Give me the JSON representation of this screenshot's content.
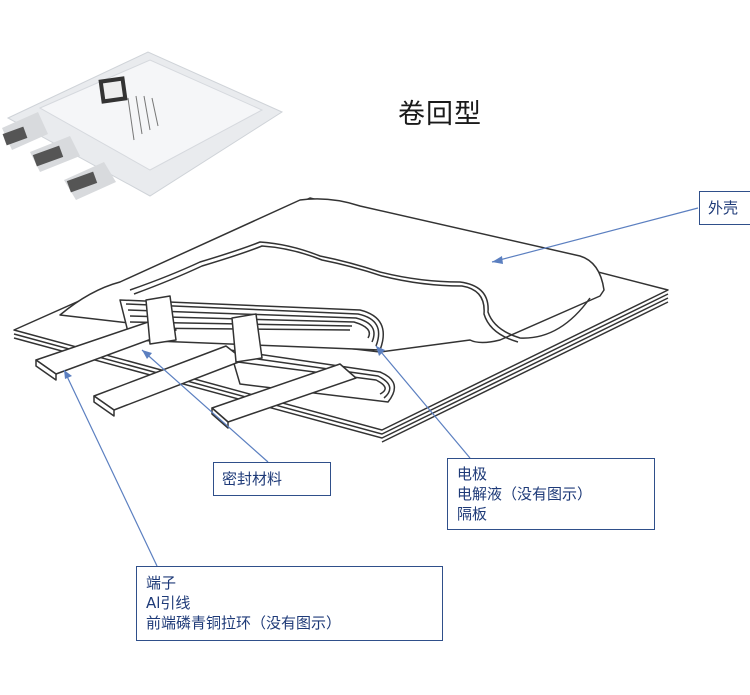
{
  "title": "卷回型",
  "labels": {
    "seal": "密封材料",
    "electrode": [
      "电极",
      "电解液（没有图示）",
      "隔板"
    ],
    "terminal": [
      "端子",
      "Al引线",
      "前端磷青铜拉环（没有图示）"
    ],
    "case": "外壳"
  },
  "colors": {
    "leader": "#5b7fc0",
    "box_border": "#2f4f8a",
    "text": "#1e3a78"
  }
}
